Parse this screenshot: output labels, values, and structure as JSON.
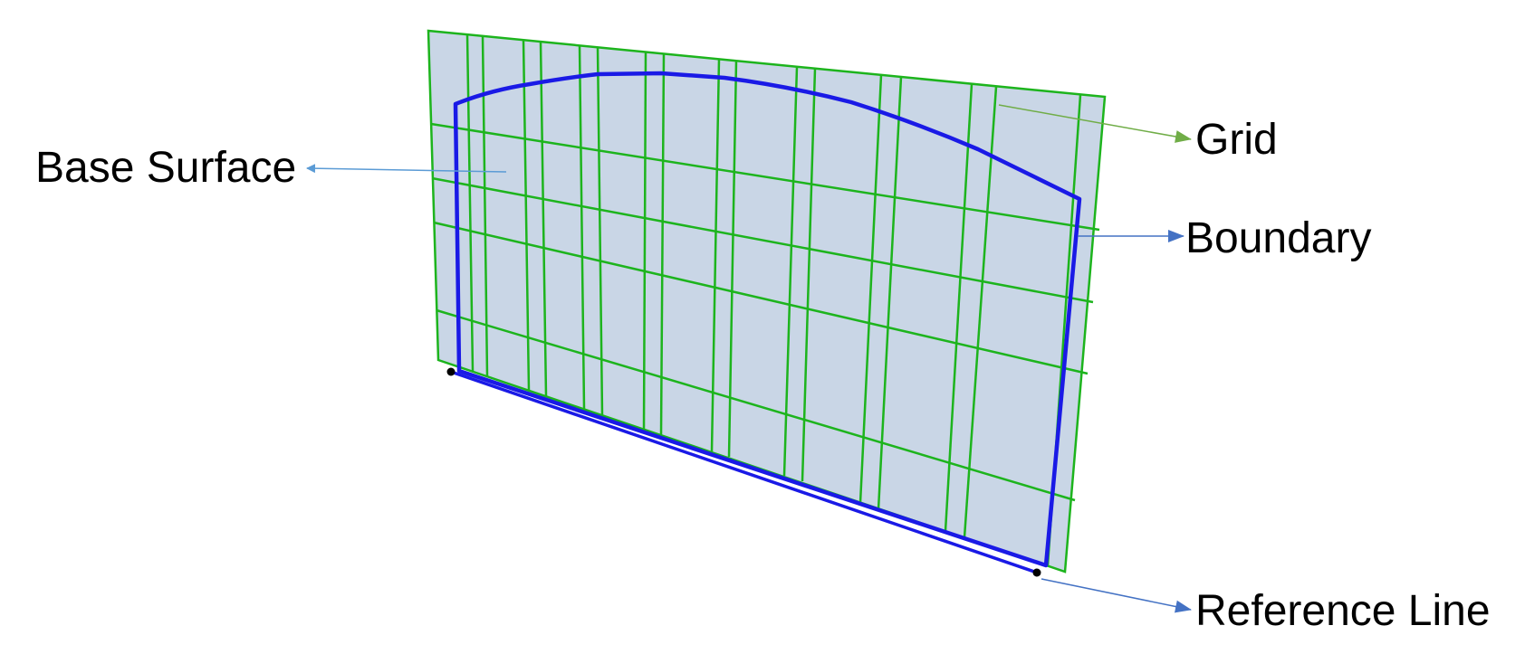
{
  "labels": {
    "base_surface": "Base Surface",
    "grid": "Grid",
    "boundary": "Boundary",
    "reference_line": "Reference Line"
  },
  "colors": {
    "surface_fill": "#c9d6e6",
    "grid_green": "#1db41d",
    "boundary_blue": "#1a1ae6",
    "arrow_blue": "#5b9bd5",
    "arrow_green": "#70ad47",
    "arrow_dark_blue": "#4472c4",
    "endpoint_black": "#000000"
  }
}
